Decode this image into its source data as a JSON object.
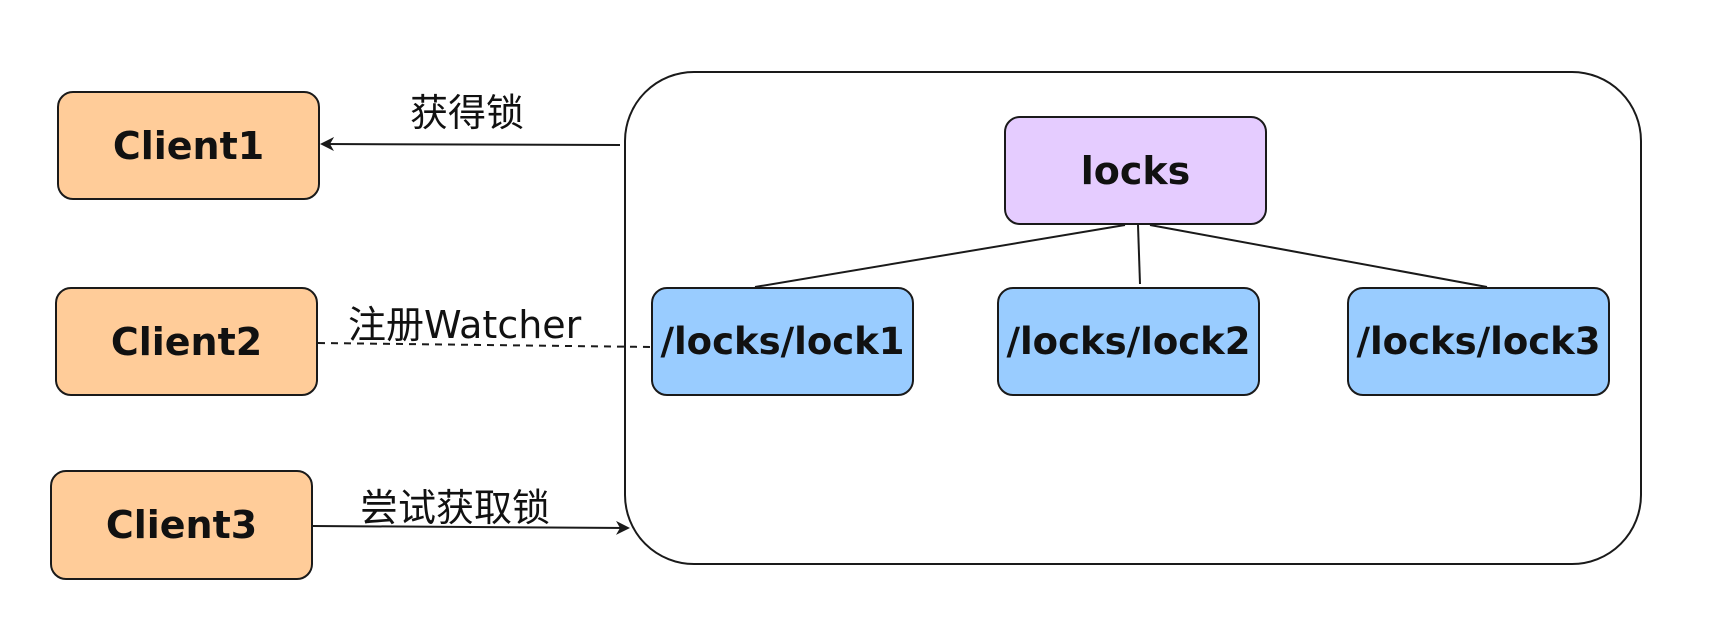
{
  "colors": {
    "client_fill": "#ffcc99",
    "root_fill": "#e5ccff",
    "child_fill": "#99ccff",
    "stroke": "#1a1a1a"
  },
  "clients": [
    {
      "label": "Client1"
    },
    {
      "label": "Client2"
    },
    {
      "label": "Client3"
    }
  ],
  "zk_tree": {
    "root": {
      "label": "locks"
    },
    "children": [
      {
        "label": "/locks/lock1"
      },
      {
        "label": "/locks/lock2"
      },
      {
        "label": "/locks/lock3"
      }
    ]
  },
  "edges": {
    "acquired": {
      "label": "获得锁",
      "from": "container",
      "to": "Client1",
      "style": "solid-arrow"
    },
    "watcher": {
      "label": "注册Watcher",
      "from": "Client2",
      "to": "/locks/lock1",
      "style": "dashed"
    },
    "try_acquire": {
      "label": "尝试获取锁",
      "from": "Client3",
      "to": "container",
      "style": "solid-arrow"
    }
  }
}
